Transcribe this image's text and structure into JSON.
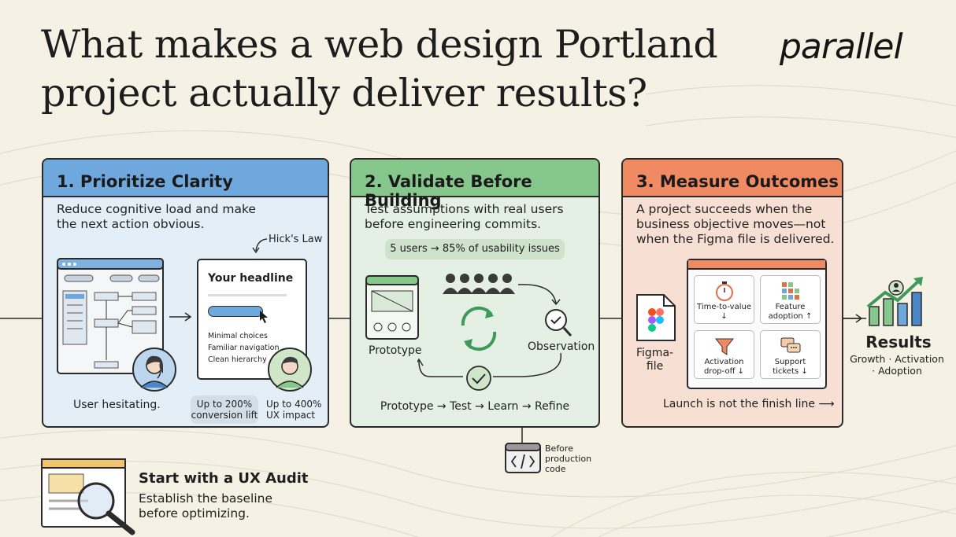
{
  "title": {
    "line1": "What makes a web design Portland",
    "line2": "project actually deliver results?"
  },
  "brand": {
    "logo_text": "parallel"
  },
  "panel1": {
    "heading": "1. Prioritize Clarity",
    "sub_line1": "Reduce cognitive load and make",
    "sub_line2": "the next action obvious.",
    "annotation": "Hick's Law",
    "card_headline": "Your headline",
    "bullets": [
      "Minimal choices",
      "Familiar navigation",
      "Clean hierarchy"
    ],
    "caption": "User hesitating.",
    "stat1_line1": "Up to 200%",
    "stat1_line2": "conversion lift",
    "stat2_line1": "Up to 400%",
    "stat2_line2": "UX impact"
  },
  "panel2": {
    "heading": "2. Validate Before Building",
    "sub_line1": "Test assumptions with real users",
    "sub_line2": "before engineering commits.",
    "pill": "5 users → 85% of usability issues",
    "prototype_label": "Prototype",
    "observation_label": "Observation",
    "flow": "Prototype → Test → Learn → Refine",
    "before_line1": "Before",
    "before_line2": "production",
    "before_line3": "code"
  },
  "panel3": {
    "heading": "3. Measure Outcomes",
    "sub_line1": "A project succeeds when the",
    "sub_line2": "business objective moves—not",
    "sub_line3": "when the Figma file is delivered.",
    "figma_line1": "Figma-",
    "figma_line2": "file",
    "tiles": [
      {
        "line1": "Time-to-value",
        "line2": "↓",
        "icon": "stopwatch-icon"
      },
      {
        "line1": "Feature",
        "line2": "adoption ↑",
        "icon": "feature-grid-icon"
      },
      {
        "line1": "Activation",
        "line2": "drop-off ↓",
        "icon": "funnel-icon"
      },
      {
        "line1": "Support",
        "line2": "tickets ↓",
        "icon": "chat-bubbles-icon"
      }
    ],
    "footer": "Launch is not the finish line ⟶"
  },
  "results": {
    "title": "Results",
    "line1": "Growth · Activation",
    "line2": "· Adoption"
  },
  "audit": {
    "title": "Start with a UX Audit",
    "line1": "Establish the baseline",
    "line2": "before optimizing."
  },
  "colors": {
    "background": "#f5f1e4",
    "blue_header": "#6fa8dc",
    "green_header": "#86c88c",
    "orange_header": "#ef8a63",
    "accent_blue": "#4a86c8",
    "accent_green": "#3f9a5a"
  }
}
